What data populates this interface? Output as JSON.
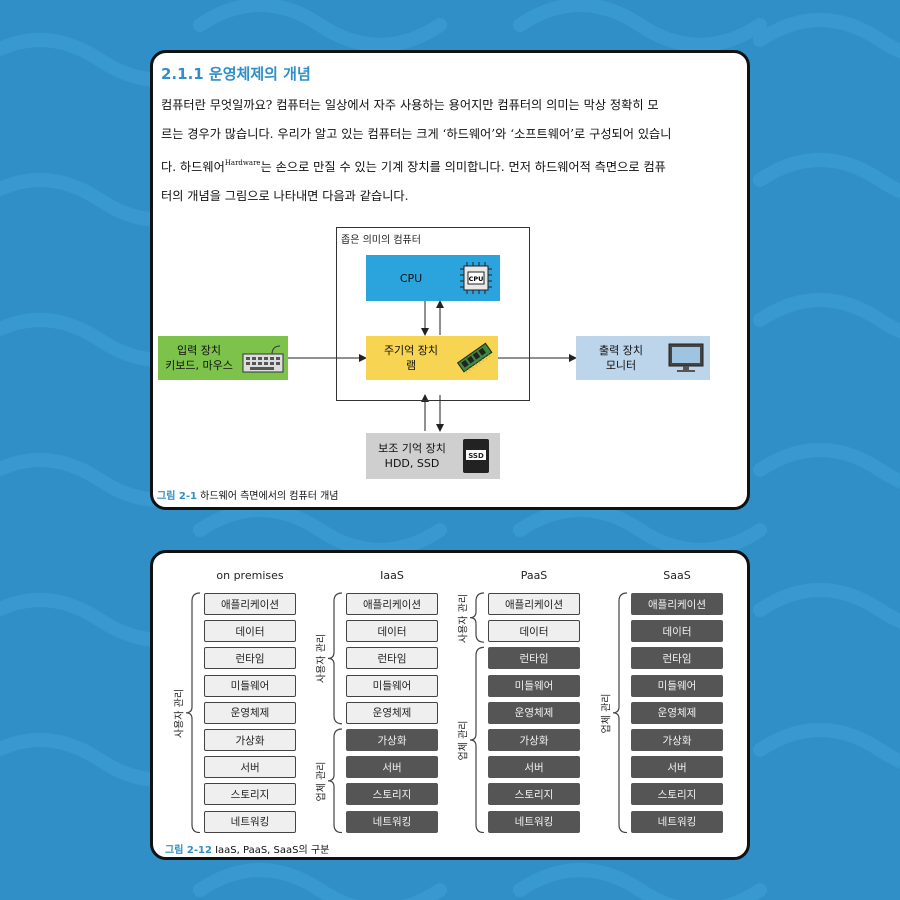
{
  "section_title": "2.1.1 운영체제의 개념",
  "paragraph": {
    "line1": "컴퓨터란 무엇일까요? 컴퓨터는 일상에서 자주 사용하는 용어지만 컴퓨터의 의미는 막상 정확히 모",
    "line2": "르는 경우가 많습니다. 우리가 알고 있는 컴퓨터는 크게 ‘하드웨어’와 ‘소프트웨어’로 구성되어 있습니",
    "line3_pre": "다. 하드웨어",
    "line3_sup": "Hardware",
    "line3_post": "는 손으로 만질 수 있는 기계 장치를 의미합니다. 먼저 하드웨어적 측면으로 컴퓨",
    "line4": "터의 개념을 그림으로 나타내면 다음과 같습니다."
  },
  "figure1": {
    "frame_label": "좁은 의미의 컴퓨터",
    "cpu": {
      "label": "CPU",
      "chip_text": "CPU",
      "color": "#2ba3dc"
    },
    "input": {
      "line1": "입력 장치",
      "line2": "키보드, 마우스",
      "color": "#7cc24b"
    },
    "memory": {
      "line1": "주기억 장치",
      "line2": "램",
      "color": "#f7d552"
    },
    "output": {
      "line1": "출력 장치",
      "line2": "모니터",
      "color": "#bcd5ea"
    },
    "storage": {
      "line1": "보조 기억 장치",
      "line2": "HDD, SSD",
      "chip_text": "SSD",
      "color": "#cfcfcf"
    },
    "caption_num": "그림 2-1",
    "caption_text": " 하드웨어 측면에서의 컴퓨터 개념"
  },
  "figure2": {
    "columns": [
      "on premises",
      "IaaS",
      "PaaS",
      "SaaS"
    ],
    "layers": [
      "애플리케이션",
      "데이터",
      "런타임",
      "미들웨어",
      "운영체제",
      "가상화",
      "서버",
      "스토리지",
      "네트워킹"
    ],
    "user_managed_counts": [
      9,
      5,
      2,
      0
    ],
    "user_label": "사용자 관리",
    "vendor_label": "업체 관리",
    "caption_num": "그림 2-12",
    "caption_text": " IaaS, PaaS, SaaS의 구분"
  }
}
